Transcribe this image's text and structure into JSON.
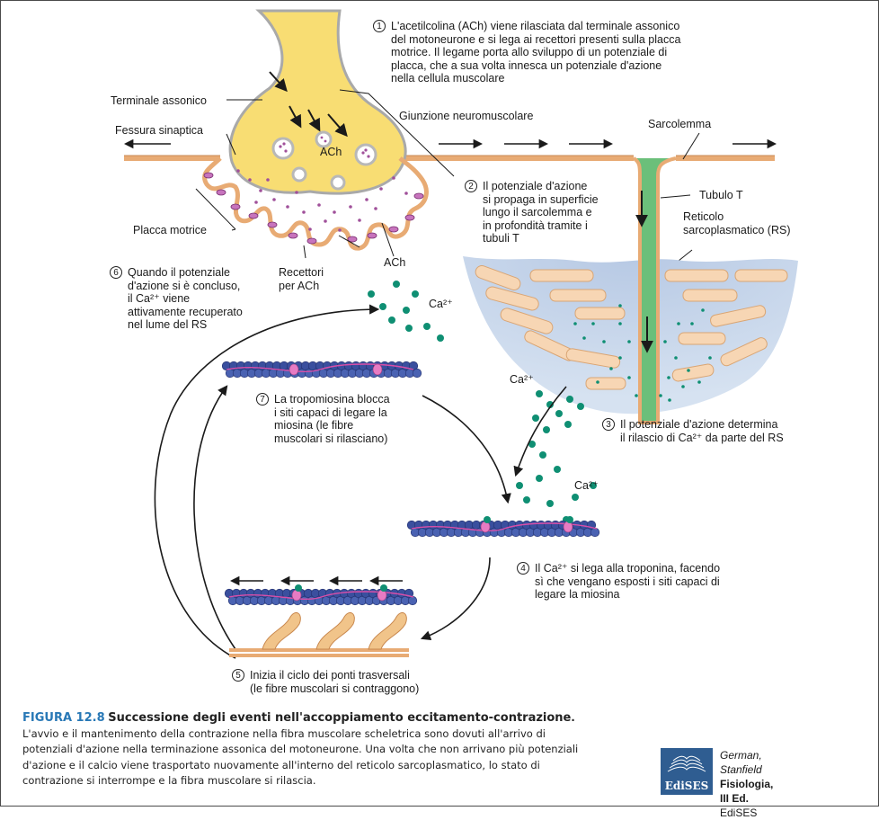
{
  "labels": {
    "axon_terminal": "Terminale assonico",
    "synaptic_cleft": "Fessura sinaptica",
    "nmj": "Giunzione neuromuscolare",
    "ach_vesicle": "ACh",
    "motor_endplate": "Placca motrice",
    "ach_receptors": "Recettori\nper ACh",
    "ach_released": "ACh",
    "sarcolemma": "Sarcolemma",
    "t_tubule": "Tubulo T",
    "sr": "Reticolo\nsarcoplasmatico (RS)",
    "ca_top": "Ca²⁺",
    "ca_sr": "Ca²⁺",
    "ca_mid": "Ca²⁺"
  },
  "steps": [
    {
      "num": "1",
      "text": "L'acetilcolina (ACh) viene rilasciata dal terminale assonico\ndel motoneurone e si lega ai recettori presenti sulla placca\nmotrice. Il legame porta allo sviluppo di un potenziale di\nplacca, che a sua volta innesca un potenziale d'azione\nnella cellula muscolare"
    },
    {
      "num": "2",
      "text": "Il potenziale d'azione\nsi propaga in superficie\nlungo il sarcolemma e\nin profondità tramite i\ntubuli T"
    },
    {
      "num": "3",
      "text": "Il potenziale d'azione determina\nil rilascio di Ca²⁺ da parte del RS"
    },
    {
      "num": "4",
      "text": "Il Ca²⁺ si lega alla troponina, facendo\nsì che vengano esposti i siti capaci di\nlegare la miosina"
    },
    {
      "num": "5",
      "text": "Inizia il ciclo dei ponti trasversali\n(le fibre muscolari si contraggono)"
    },
    {
      "num": "6",
      "text": "Quando il potenziale\nd'azione si è concluso,\nil Ca²⁺ viene\nattivamente recuperato\nnel lume del RS"
    },
    {
      "num": "7",
      "text": "La tropomiosina blocca\ni siti capaci di legare la\nmiosina (le fibre\nmuscolari si rilasciano)"
    }
  ],
  "caption": {
    "figure": "FIGURA 12.8",
    "title": "Successione degli eventi nell'accoppiamento eccitamento-contrazione",
    "body": "L'avvio e il mantenimento della contrazione nella fibra muscolare scheletrica sono dovuti all'arrivo di potenziali d'azione nella terminazione assonica del motoneurone. Una volta che non arrivano più potenziali d'azione e il calcio viene trasportato nuovamente all'interno del reticolo sarcoplasmatico, lo stato di contrazione si interrompe e la fibra muscolare si rilascia."
  },
  "publisher": {
    "logo": "EdiSES",
    "authors": "German, Stanfield",
    "book": "Fisiologia, III Ed.",
    "name": "EdiSES"
  },
  "colors": {
    "axon": "#f8dd73",
    "axon_stroke": "#b6b6b6",
    "membrane": "#e8ab74",
    "t_tubule": "#6bbf7a",
    "sr_band": "#a9c0df",
    "sr_sac": "#f7d6b4",
    "calcium": "#0f8f73",
    "ach": "#a0509a",
    "actin": "#3a4f9e",
    "troponin": "#e77bc3",
    "myosin": "#f1c48a",
    "caption_blue": "#2878b6",
    "logo_blue": "#2f5d91"
  }
}
